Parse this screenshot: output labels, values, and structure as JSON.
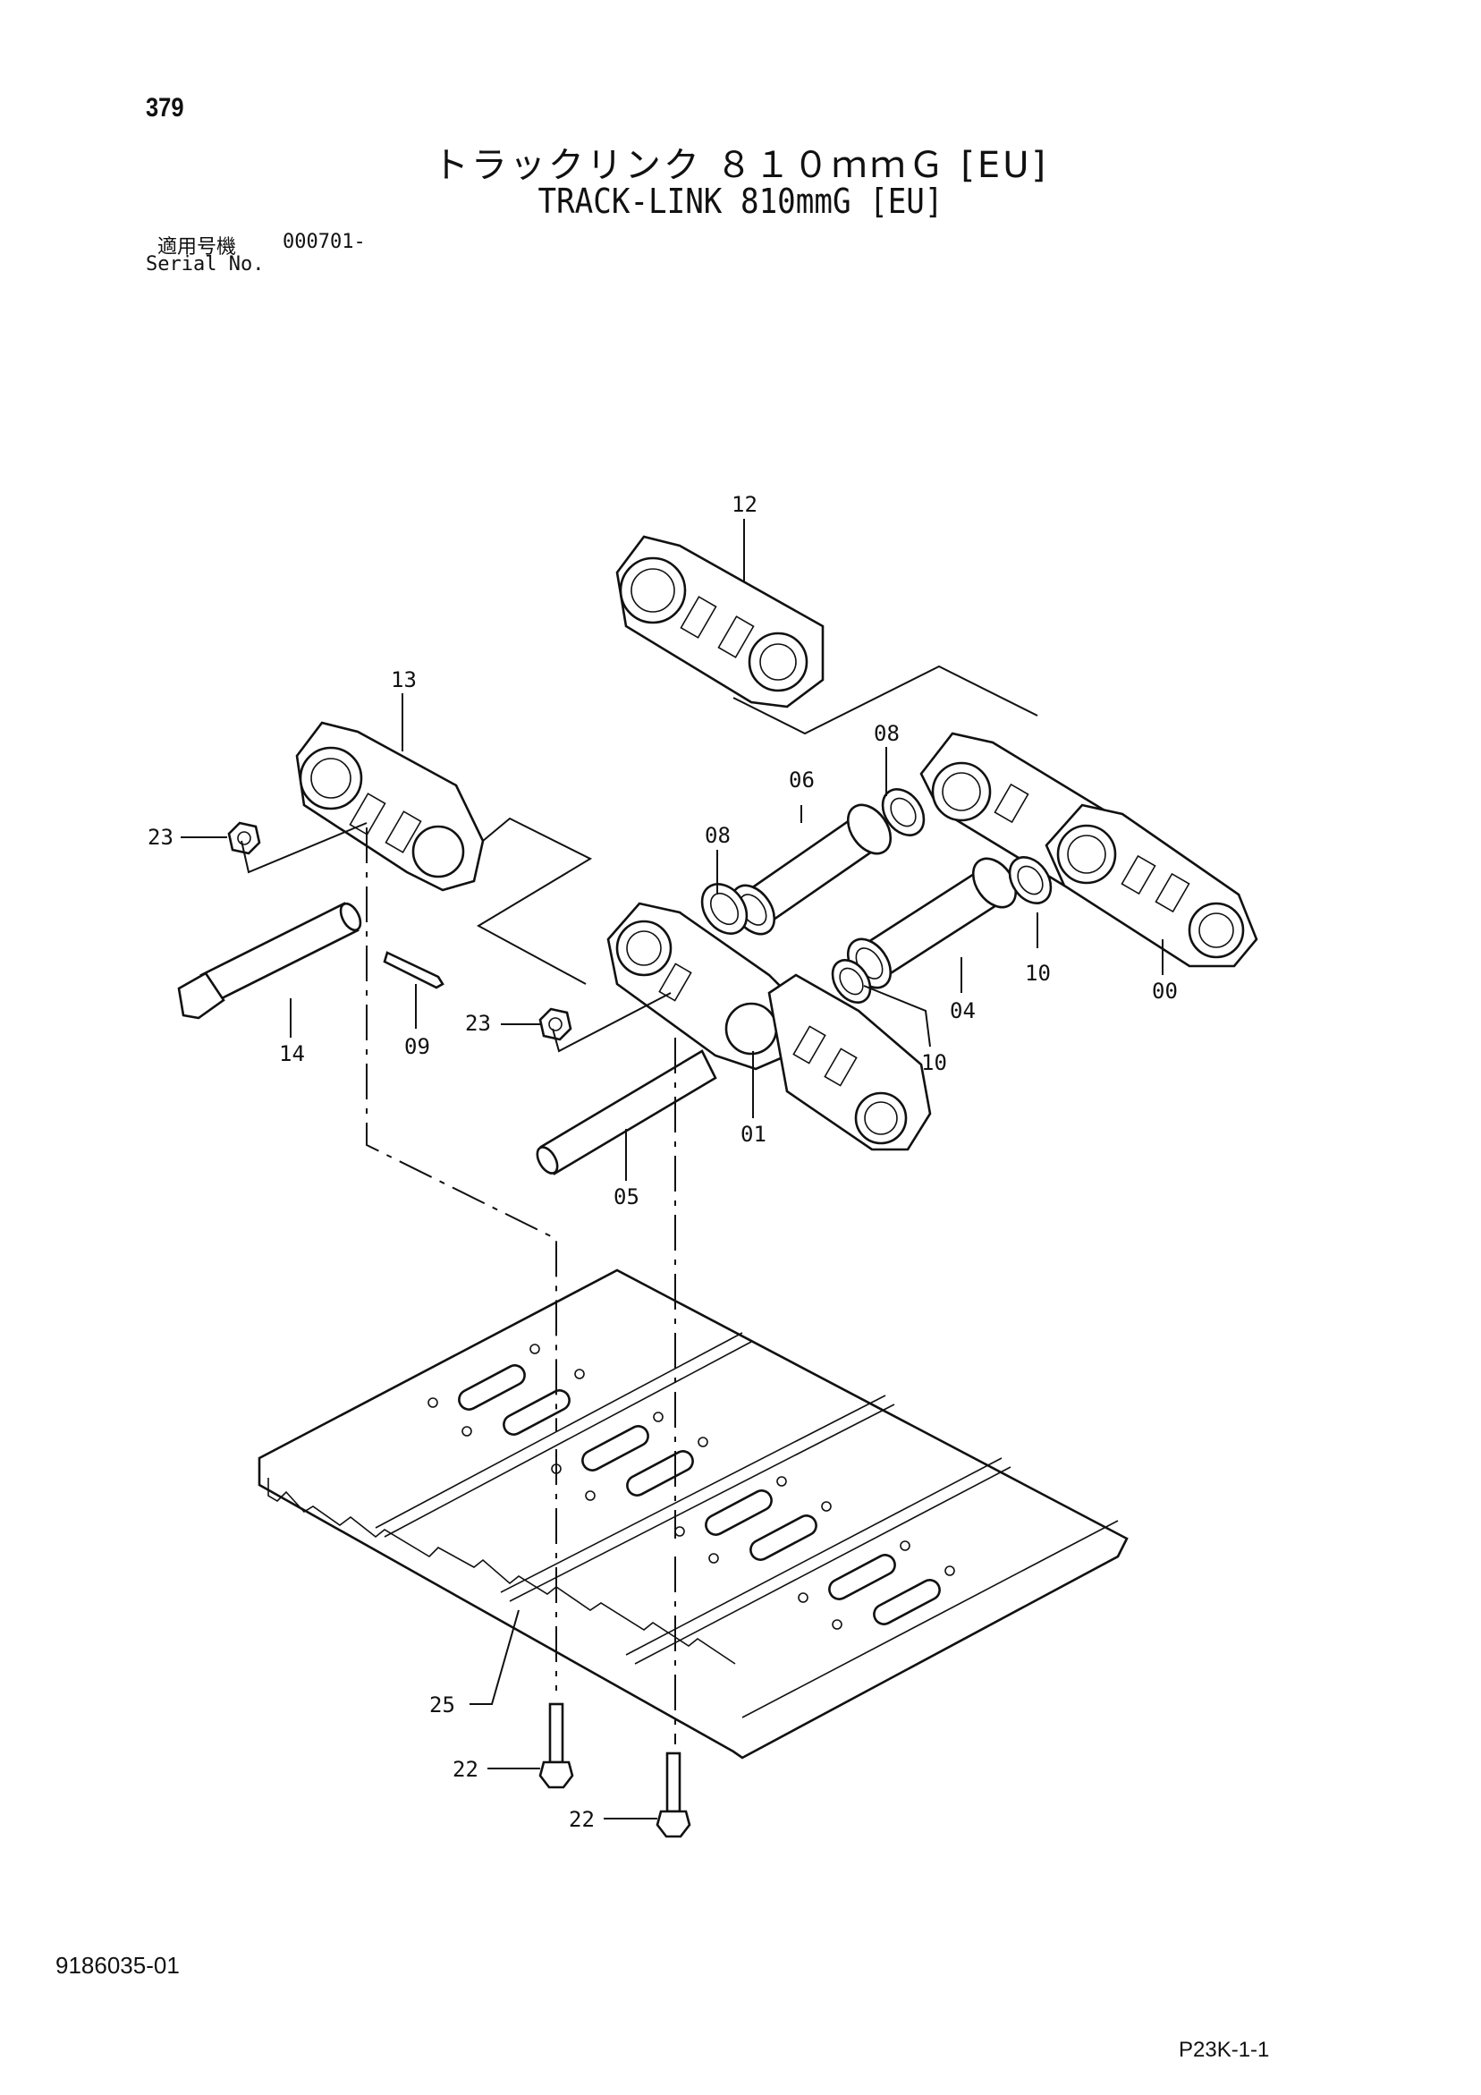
{
  "header": {
    "page_number": "379",
    "title_jp": "トラックリンク ８１０ｍｍＧ [EU]",
    "title_en": "TRACK-LINK 810mmG [EU]",
    "serial_label_jp": "適用号機",
    "serial_value": "000701-",
    "serial_label_en": "Serial No."
  },
  "callouts": {
    "c12": "12",
    "c13": "13",
    "c08a": "08",
    "c08b": "08",
    "c06": "06",
    "c23a": "23",
    "c23b": "23",
    "c14": "14",
    "c09": "09",
    "c10a": "10",
    "c10b": "10",
    "c04": "04",
    "c00": "00",
    "c01": "01",
    "c05": "05",
    "c25": "25",
    "c22a": "22",
    "c22b": "22"
  },
  "footer": {
    "doc_number": "9186035-01",
    "page_code": "P23K-1-1"
  }
}
